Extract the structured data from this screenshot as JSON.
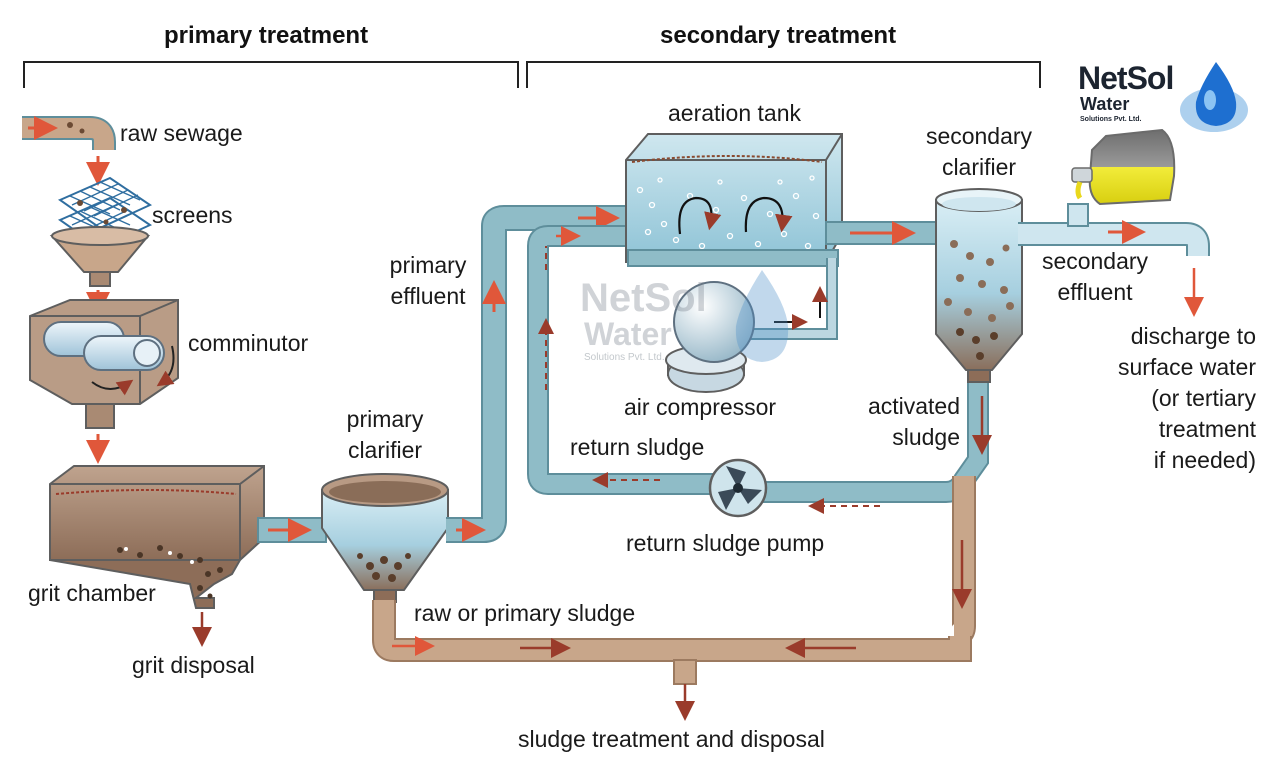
{
  "headers": {
    "primary": "primary treatment",
    "secondary": "secondary treatment"
  },
  "labels": {
    "raw_sewage": "raw sewage",
    "screens": "screens",
    "comminutor": "comminutor",
    "grit_chamber": "grit chamber",
    "grit_disposal": "grit disposal",
    "primary_clarifier_1": "primary",
    "primary_clarifier_2": "clarifier",
    "primary_effluent_1": "primary",
    "primary_effluent_2": "effluent",
    "aeration_tank": "aeration tank",
    "air_compressor": "air compressor",
    "return_sludge": "return sludge",
    "return_sludge_pump": "return sludge pump",
    "raw_primary_sludge": "raw or primary sludge",
    "sludge_treatment": "sludge treatment and disposal",
    "secondary_clarifier_1": "secondary",
    "secondary_clarifier_2": "clarifier",
    "activated_sludge_1": "activated",
    "activated_sludge_2": "sludge",
    "secondary_effluent_1": "secondary",
    "secondary_effluent_2": "effluent",
    "discharge_1": "discharge to",
    "discharge_2": "surface water",
    "discharge_3": "(or tertiary",
    "discharge_4": "treatment",
    "discharge_5": "if needed)"
  },
  "watermark": {
    "name": "NetSol",
    "water": "Water",
    "sub": "Solutions Pvt. Ltd."
  },
  "logo": {
    "name": "NetSol",
    "water": "Water",
    "sub": "Solutions Pvt. Ltd."
  },
  "colors": {
    "pipe": "#8fbcc7",
    "pipe_edge": "#5e8e9b",
    "sludge_pipe": "#c8a68a",
    "sludge_edge": "#9c7a60",
    "flow_arrow": "#e0573a",
    "sludge_arrow": "#9a3b2b",
    "water": "#a9d3e2",
    "brown": "#8a6a55"
  }
}
